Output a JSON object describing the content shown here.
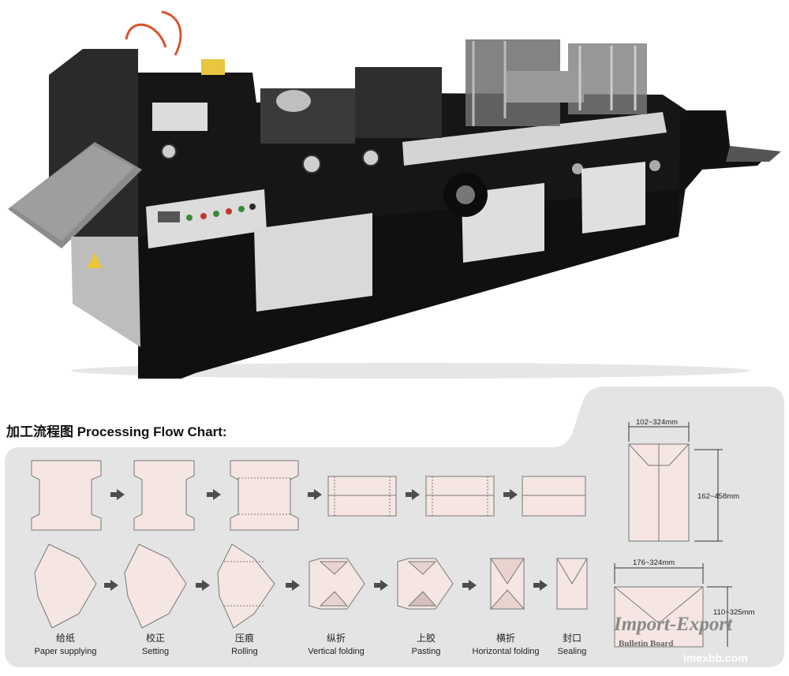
{
  "chart_title": "加工流程图 Processing Flow Chart:",
  "steps": [
    {
      "zh": "给纸",
      "en": "Paper supplying"
    },
    {
      "zh": "校正",
      "en": "Setting"
    },
    {
      "zh": "压痕",
      "en": "Rolling"
    },
    {
      "zh": "纵折",
      "en": "Vertical folding"
    },
    {
      "zh": "上胶",
      "en": "Pasting"
    },
    {
      "zh": "横折",
      "en": "Horizontal folding"
    },
    {
      "zh": "封口",
      "en": "Sealing"
    }
  ],
  "dimensions": {
    "top_width": "102~324mm",
    "top_height": "162~458mm",
    "bottom_width": "176~324mm",
    "bottom_height": "110~325mm"
  },
  "watermark": {
    "brand": "Import-Export",
    "subtitle": "Bulletin Board",
    "site": "imexbb.com"
  },
  "colors": {
    "panel": "#e4e4e4",
    "envelope_fill": "#f5e6e3",
    "machine_body": "#161616",
    "arrow": "#4d4d4d"
  }
}
